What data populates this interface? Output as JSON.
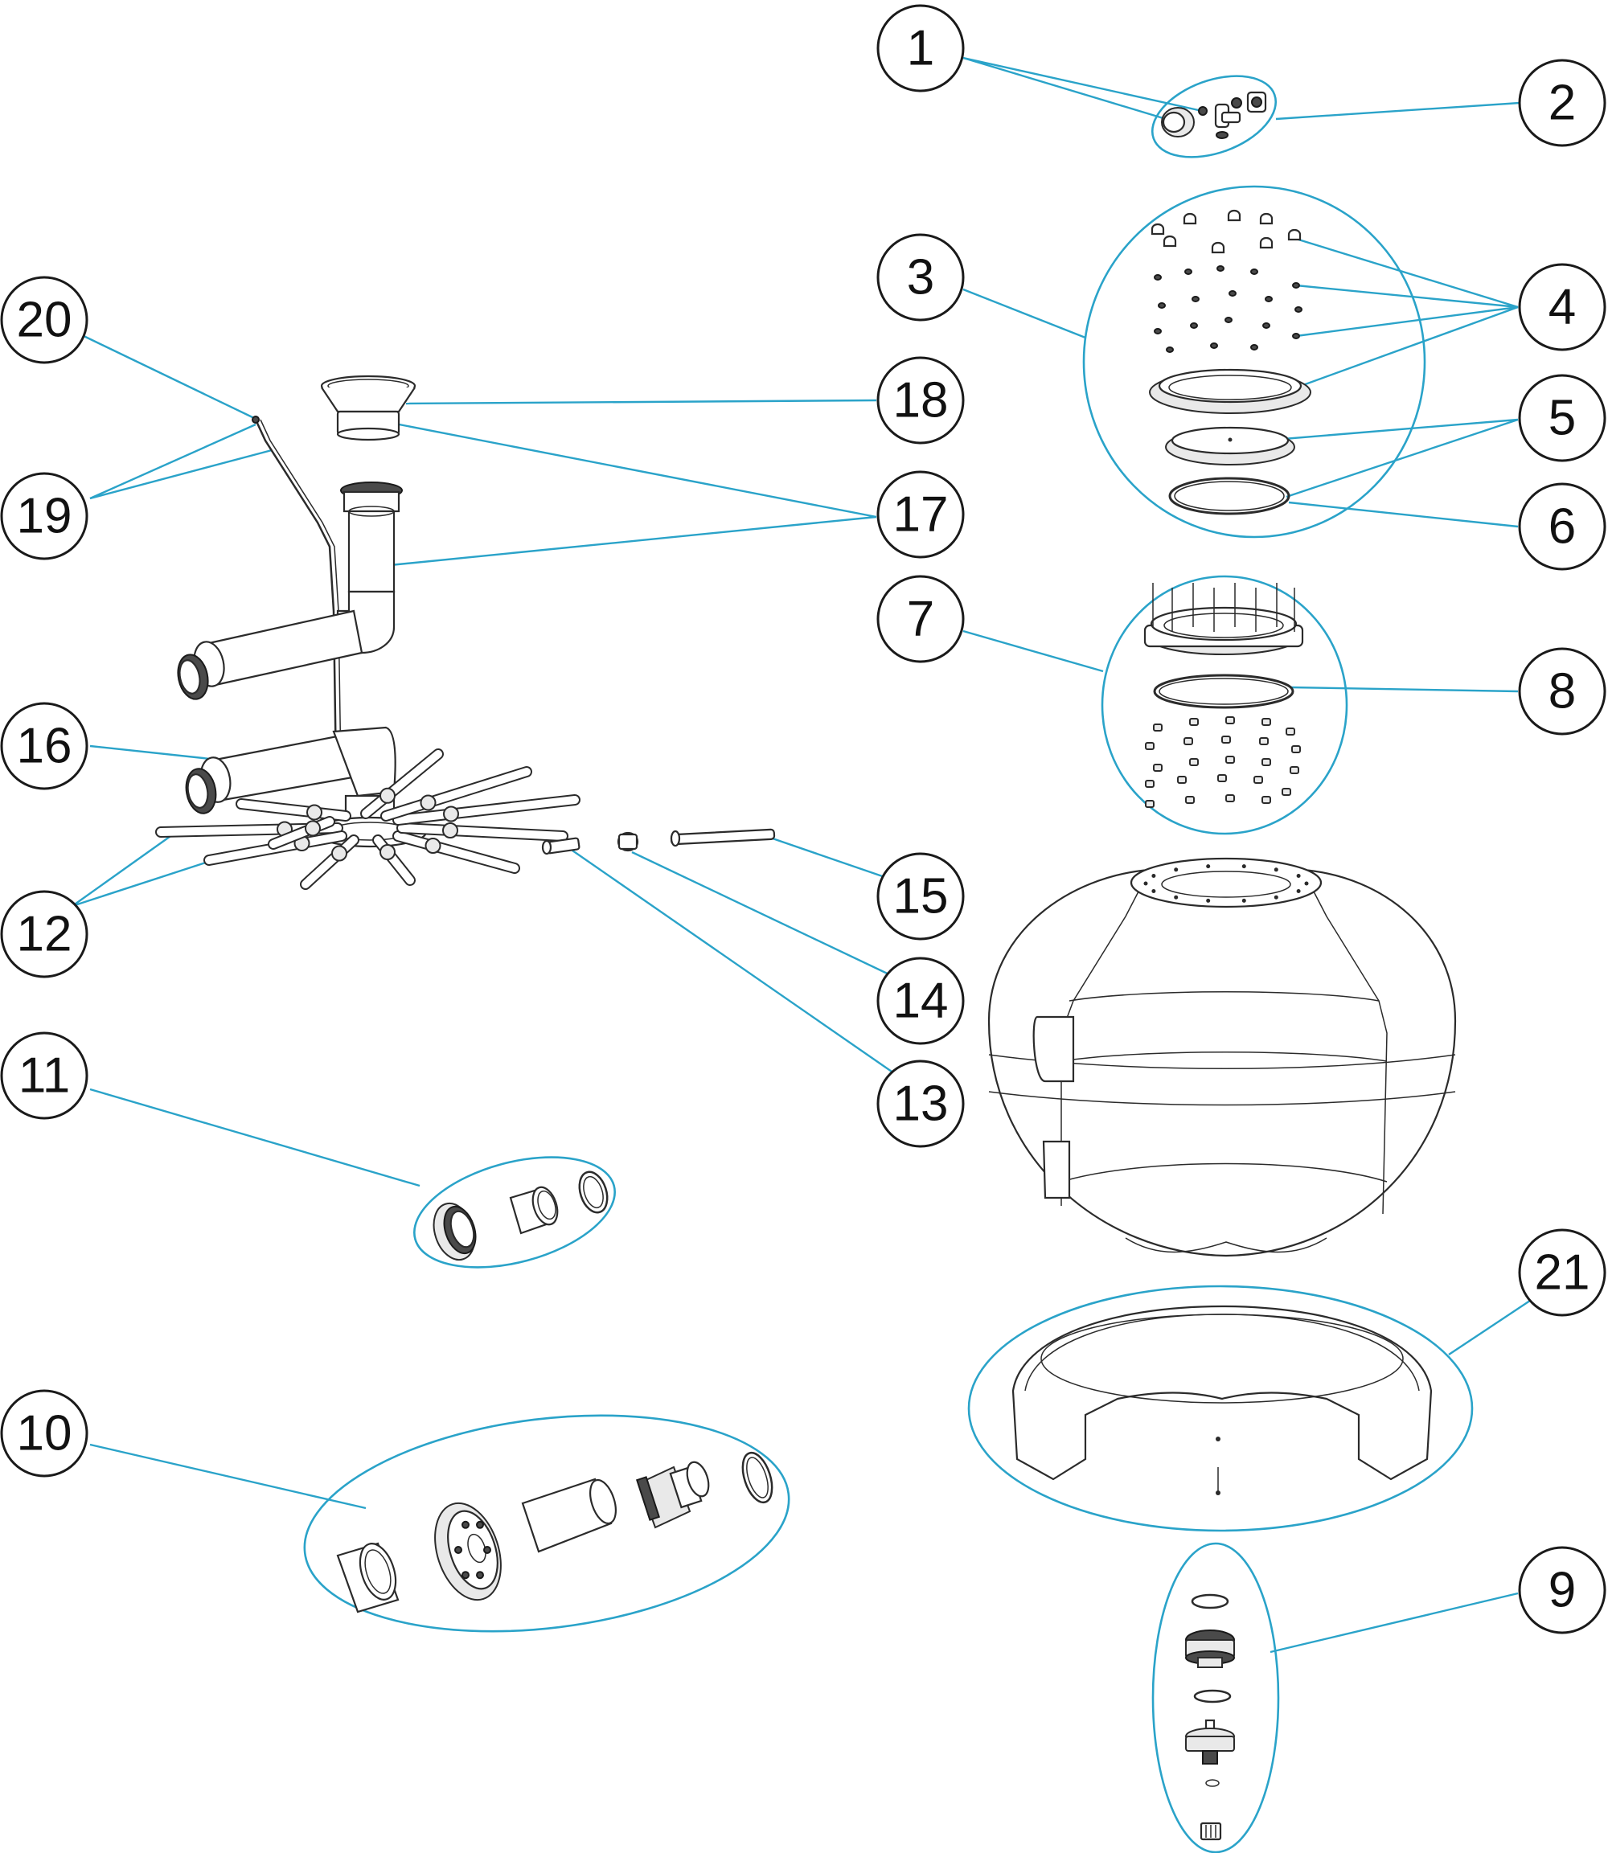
{
  "callouts": [
    {
      "id": "1",
      "label": "1"
    },
    {
      "id": "2",
      "label": "2"
    },
    {
      "id": "3",
      "label": "3"
    },
    {
      "id": "4",
      "label": "4"
    },
    {
      "id": "5",
      "label": "5"
    },
    {
      "id": "6",
      "label": "6"
    },
    {
      "id": "7",
      "label": "7"
    },
    {
      "id": "8",
      "label": "8"
    },
    {
      "id": "9",
      "label": "9"
    },
    {
      "id": "10",
      "label": "10"
    },
    {
      "id": "11",
      "label": "11"
    },
    {
      "id": "12",
      "label": "12"
    },
    {
      "id": "13",
      "label": "13"
    },
    {
      "id": "14",
      "label": "14"
    },
    {
      "id": "15",
      "label": "15"
    },
    {
      "id": "16",
      "label": "16"
    },
    {
      "id": "17",
      "label": "17"
    },
    {
      "id": "18",
      "label": "18"
    },
    {
      "id": "19",
      "label": "19"
    },
    {
      "id": "20",
      "label": "20"
    },
    {
      "id": "21",
      "label": "21"
    }
  ],
  "colors": {
    "leader": "#2aa3c9",
    "outline": "#2b2b2b",
    "background": "#ffffff"
  }
}
